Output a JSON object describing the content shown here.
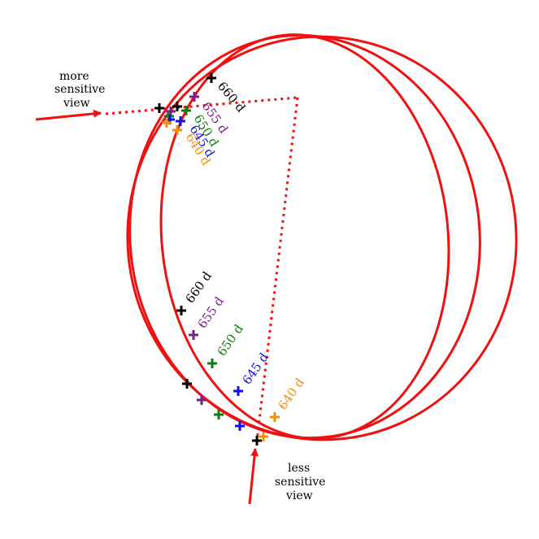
{
  "annotations": {
    "more_view": [
      "more",
      "sensitive",
      "view"
    ],
    "less_view": [
      "less",
      "sensitive",
      "view"
    ]
  },
  "colors": {
    "orbit": "#ee1111",
    "660": "#000000",
    "655": "#7a1f8a",
    "650": "#137a13",
    "645": "#1010ee",
    "640": "#f0900a"
  },
  "markers": {
    "upper": [
      {
        "key": "660",
        "label": "660 d"
      },
      {
        "key": "655",
        "label": "655 d"
      },
      {
        "key": "650",
        "label": "650 d"
      },
      {
        "key": "645",
        "label": "645 d"
      },
      {
        "key": "640",
        "label": "640 d"
      }
    ],
    "lower": [
      {
        "key": "660",
        "label": "660 d"
      },
      {
        "key": "655",
        "label": "655 d"
      },
      {
        "key": "650",
        "label": "650 d"
      },
      {
        "key": "645",
        "label": "645 d"
      },
      {
        "key": "640",
        "label": "640 d"
      }
    ]
  }
}
